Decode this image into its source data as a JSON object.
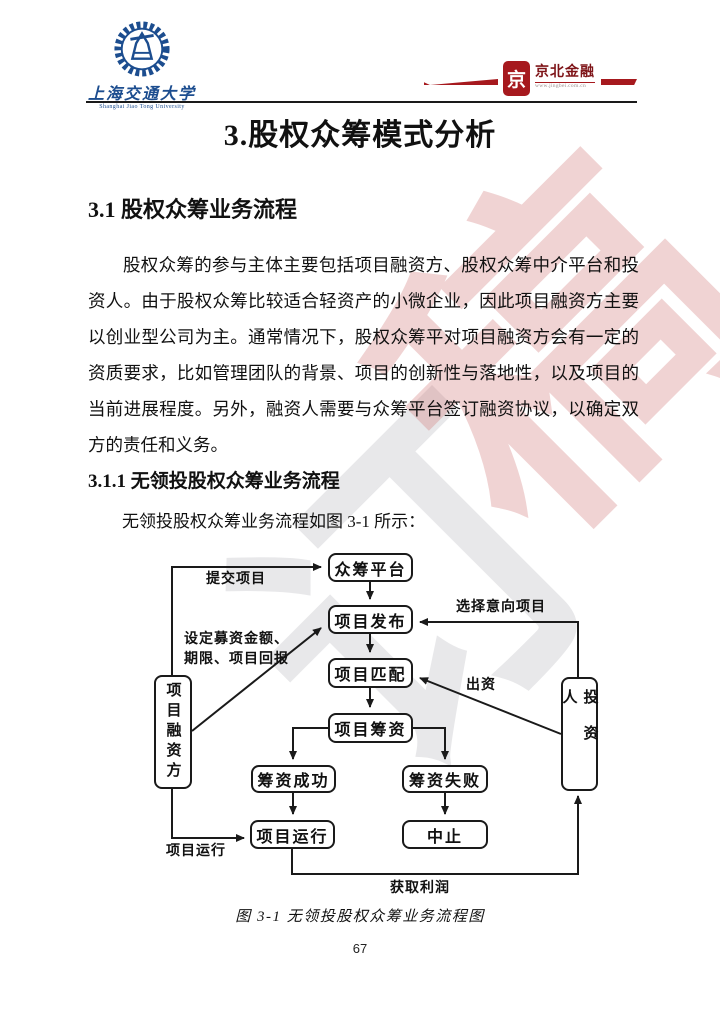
{
  "header": {
    "university": {
      "name_zh": "上海交通大学",
      "name_en": "Shanghai Jiao Tong University"
    },
    "brand": {
      "seal_glyph": "京",
      "name": "京北金融",
      "url": "www.jingbei.com.cn"
    }
  },
  "watermark": {
    "char_gray": "订",
    "char_pink": "稿"
  },
  "title": "3.股权众筹模式分析",
  "sections": {
    "s31": {
      "heading": "3.1 股权众筹业务流程",
      "paragraph": "股权众筹的参与主体主要包括项目融资方、股权众筹中介平台和投资人。由于股权众筹比较适合轻资产的小微企业，因此项目融资方主要以创业型公司为主。通常情况下，股权众筹平对项目融资方会有一定的资质要求，比如管理团队的背景、项目的创新性与落地性，以及项目的当前进展程度。另外，融资人需要与众筹平台签订融资协议，以确定双方的责任和义务。"
    },
    "s311": {
      "heading": "3.1.1 无领投股权众筹业务流程",
      "intro": "无领投股权众筹业务流程如图 3-1 所示："
    }
  },
  "figure": {
    "caption": "图 3-1 无领投股权众筹业务流程图",
    "nodes": {
      "platform": "众筹平台",
      "publish": "项目发布",
      "match": "项目匹配",
      "raise": "项目筹资",
      "success": "筹资成功",
      "fail": "筹资失败",
      "run": "项目运行",
      "stop": "中止",
      "financier": "项目融资方",
      "investor": "投资人"
    },
    "edges": {
      "submit": "提交项目",
      "set_terms": "设定募资金额、\n期限、项目回报",
      "choose": "选择意向项目",
      "invest": "出资",
      "operate": "项目运行",
      "profit": "获取利润"
    }
  },
  "footer": {
    "page_number": "67"
  },
  "colors": {
    "brand_red": "#a6191e",
    "univ_blue": "#1c4d8f",
    "watermark_pink": "#cc6e6e",
    "line_black": "#1a1a1a"
  }
}
